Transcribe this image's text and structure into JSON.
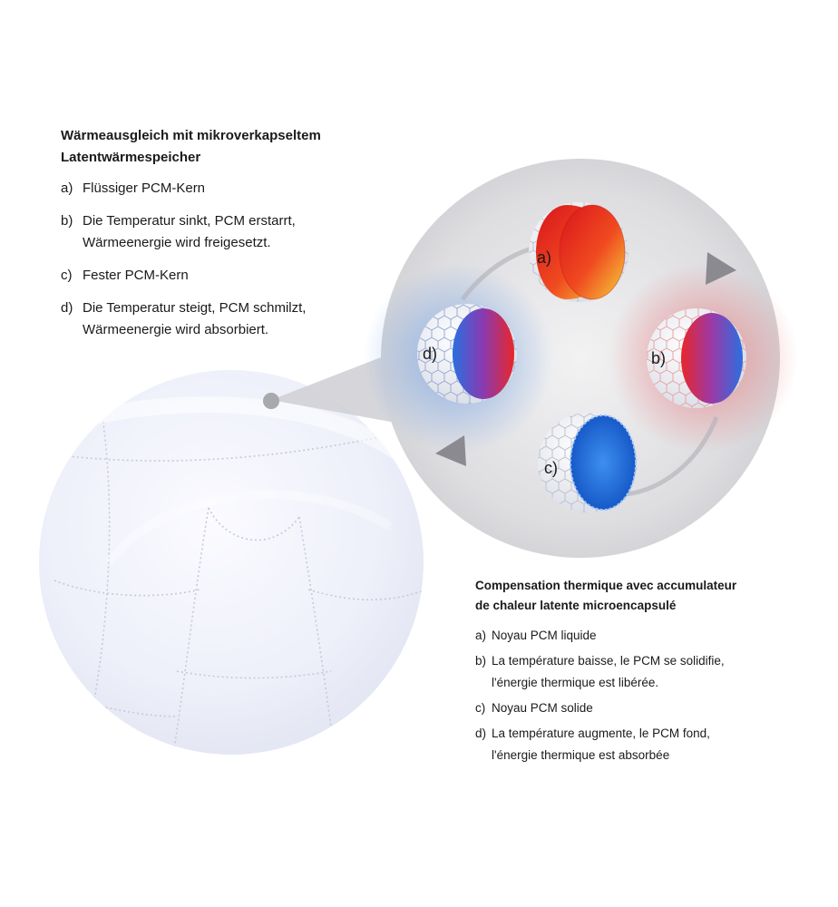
{
  "german": {
    "title_line1": "Wärmeausgleich mit mikroverkapseltem",
    "title_line2": "Latentwärmespeicher",
    "items": [
      {
        "marker": "a)",
        "line1": "Flüssiger PCM-Kern",
        "line2": ""
      },
      {
        "marker": "b)",
        "line1": "Die Temperatur sinkt, PCM erstarrt,",
        "line2": "Wärmeenergie wird freigesetzt."
      },
      {
        "marker": "c)",
        "line1": "Fester PCM-Kern",
        "line2": ""
      },
      {
        "marker": "d)",
        "line1": "Die Temperatur steigt, PCM schmilzt,",
        "line2": "Wärmeenergie wird absorbiert."
      }
    ]
  },
  "french": {
    "title_line1": "Compensation thermique avec accumulateur",
    "title_line2": "de chaleur latente microencapsulé",
    "items": [
      {
        "marker": "a)",
        "line1": "Noyau PCM liquide",
        "line2": ""
      },
      {
        "marker": "b)",
        "line1": "La température baisse, le PCM se solidifie,",
        "line2": "l'énergie thermique est libérée."
      },
      {
        "marker": "c)",
        "line1": "Noyau PCM solide",
        "line2": ""
      },
      {
        "marker": "d)",
        "line1": "La température augmente, le PCM  fond,",
        "line2": "l'énergie thermique est absorbée"
      }
    ]
  },
  "capsules": {
    "a": "a)",
    "b": "b)",
    "c": "c)",
    "d": "d)"
  },
  "colors": {
    "hot_red": "#e8262a",
    "cold_blue": "#1f6fe0",
    "warm_yellow": "#f2c230",
    "fabric": "#eef0fa",
    "zoom_grey": "#d7d7da"
  }
}
